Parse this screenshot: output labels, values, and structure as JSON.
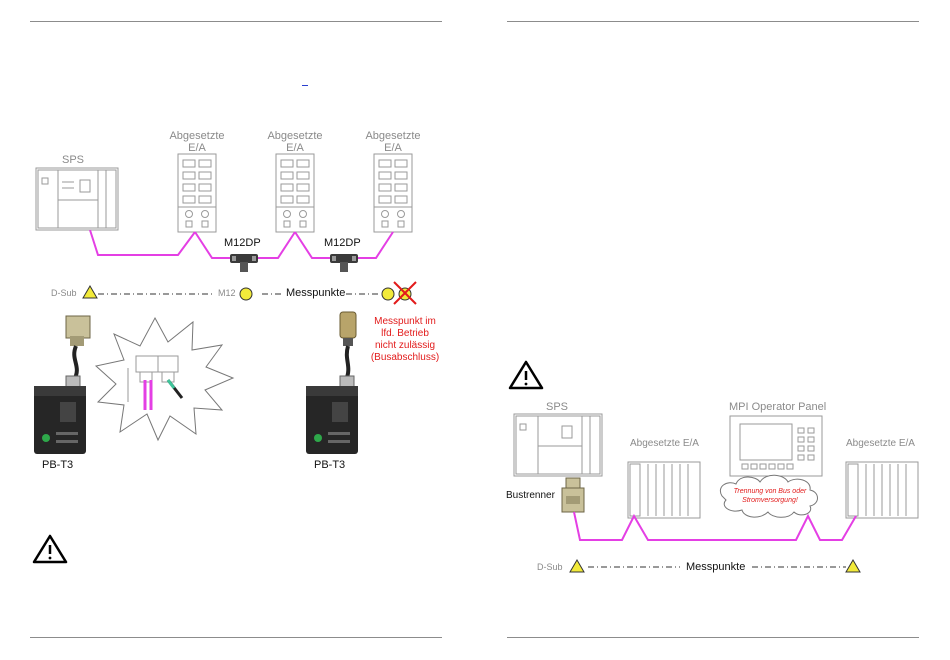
{
  "left": {
    "sps_label": "SPS",
    "io_label_line1": "Abgesetzte",
    "io_label_line2": "E/A",
    "m12dp_label": "M12DP",
    "dsub_label": "D-Sub",
    "m12_label": "M12",
    "messpunkte_label": "Messpunkte",
    "warning_line1": "Messpunkt im",
    "warning_line2": "lfd. Betrieb",
    "warning_line3": "nicht zulässig",
    "warning_line4": "(Busabschluss)",
    "pbt3_label": "PB-T3",
    "caution_icon": "warning-triangle-icon"
  },
  "right": {
    "sps_label": "SPS",
    "io_label": "Abgesetzte E/A",
    "panel_label": "MPI Operator Panel",
    "bustrenner_label": "Bustrenner",
    "cloud_text_line1": "Trennung von Bus oder",
    "cloud_text_line2": "Stromversorgung!",
    "dsub_label": "D-Sub",
    "messpunkte_label": "Messpunkte",
    "caution_icon": "warning-triangle-icon"
  },
  "colors": {
    "bus": "#e43fe4",
    "rule": "#8c8c8c",
    "warning_red": "#e21b1b",
    "yellow": "#f2ea3a",
    "device_gray": "#9a9a9a"
  }
}
